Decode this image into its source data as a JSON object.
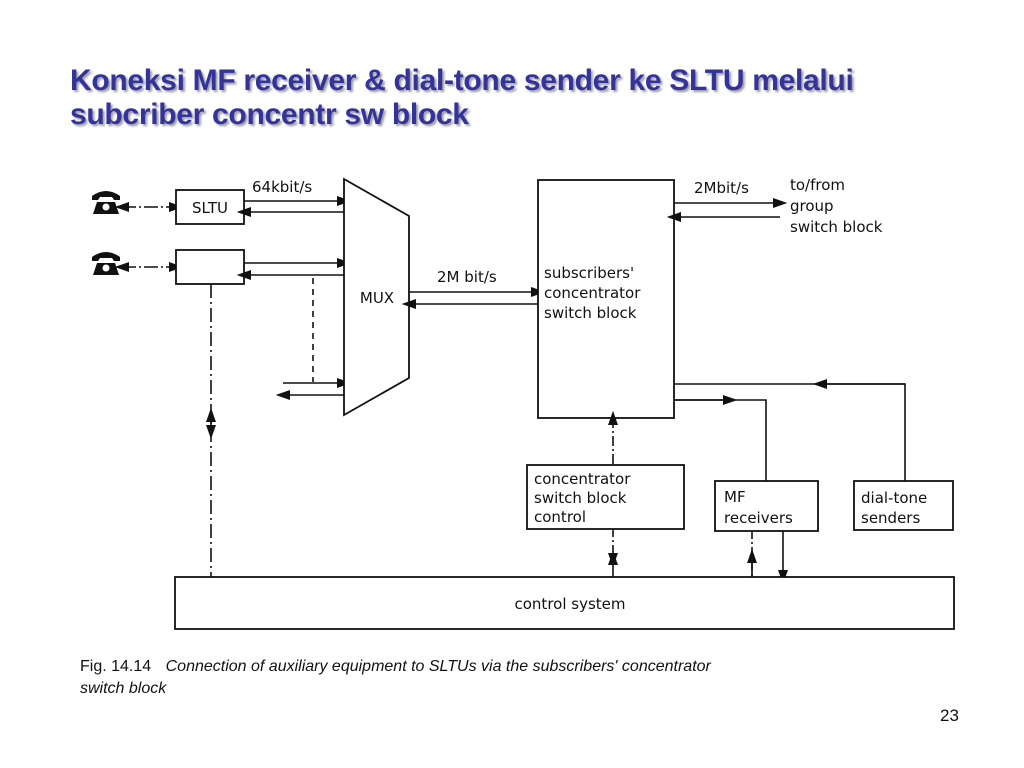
{
  "slide": {
    "title_lines": [
      "Koneksi MF receiver & dial-tone sender ke SLTU melalui",
      "subcriber concentr sw block"
    ],
    "page_number": "23",
    "title_color": "#333399"
  },
  "diagram": {
    "phones": [
      {
        "icon": "telephone-icon"
      },
      {
        "icon": "telephone-icon"
      }
    ],
    "nodes": {
      "sltu": "SLTU",
      "unnamed_line_unit": "",
      "mux": "MUX",
      "concentrator": [
        "subscribers'",
        "concentrator",
        "switch block"
      ],
      "concentrator_control": [
        "concentrator",
        "switch block",
        "control"
      ],
      "mf_receivers": [
        "MF",
        "receivers"
      ],
      "dial_tone_senders": [
        "dial-tone",
        "senders"
      ],
      "control_system": "control system"
    },
    "labels": {
      "rate_64k": "64kbit/s",
      "rate_2m_mux": "2M bit/s",
      "rate_2m_group": "2Mbit/s",
      "group_switch": [
        "to/from",
        "group",
        "switch block"
      ]
    },
    "caption": {
      "fig_number": "Fig. 14.14",
      "text_line1": "Connection of auxiliary equipment to SLTUs via the subscribers' concentrator",
      "text_line2": "switch block"
    }
  }
}
